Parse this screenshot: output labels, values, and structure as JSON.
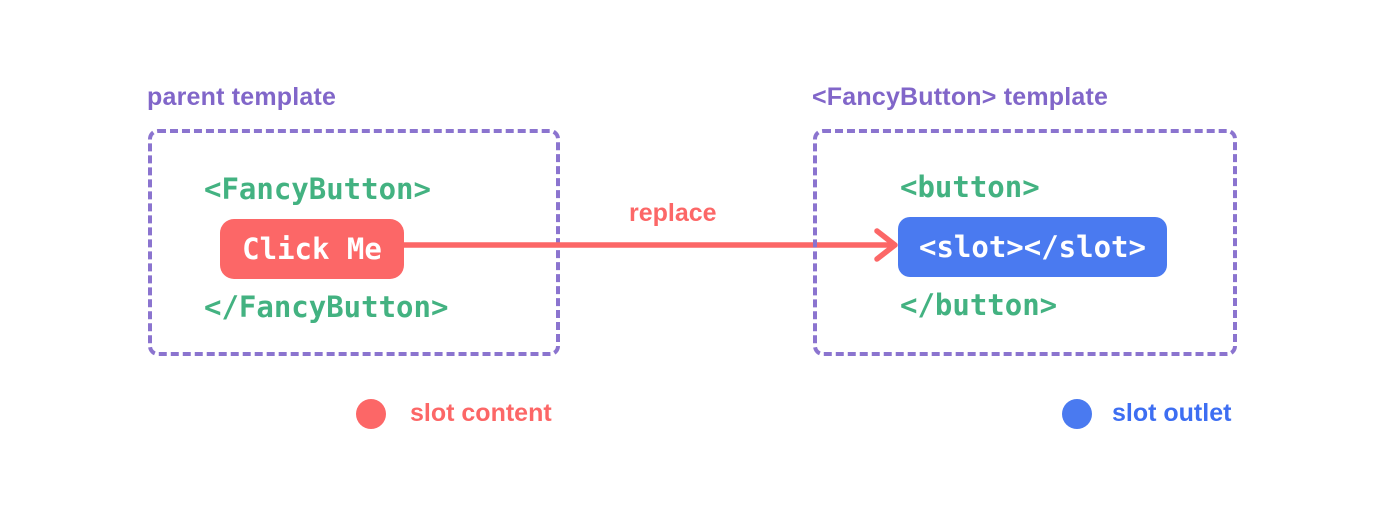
{
  "figure": {
    "parent_panel": {
      "title": "parent template",
      "open_tag": "<FancyButton>",
      "button_label": "Click Me",
      "close_tag": "</FancyButton>"
    },
    "arrow": {
      "label": "replace",
      "direction": "left-to-right"
    },
    "component_panel": {
      "title": "<FancyButton> template",
      "open_tag": "<button>",
      "slot_tag": "<slot></slot>",
      "close_tag": "</button>"
    },
    "legend": {
      "content_label": "slot content",
      "outlet_label": "slot outlet"
    },
    "colors": {
      "purple_heading": "#8166c9",
      "purple_border": "#8b74cf",
      "green_code": "#43b281",
      "coral": "#fc6767",
      "blue": "#4a7af0",
      "background": "#ffffff"
    }
  }
}
